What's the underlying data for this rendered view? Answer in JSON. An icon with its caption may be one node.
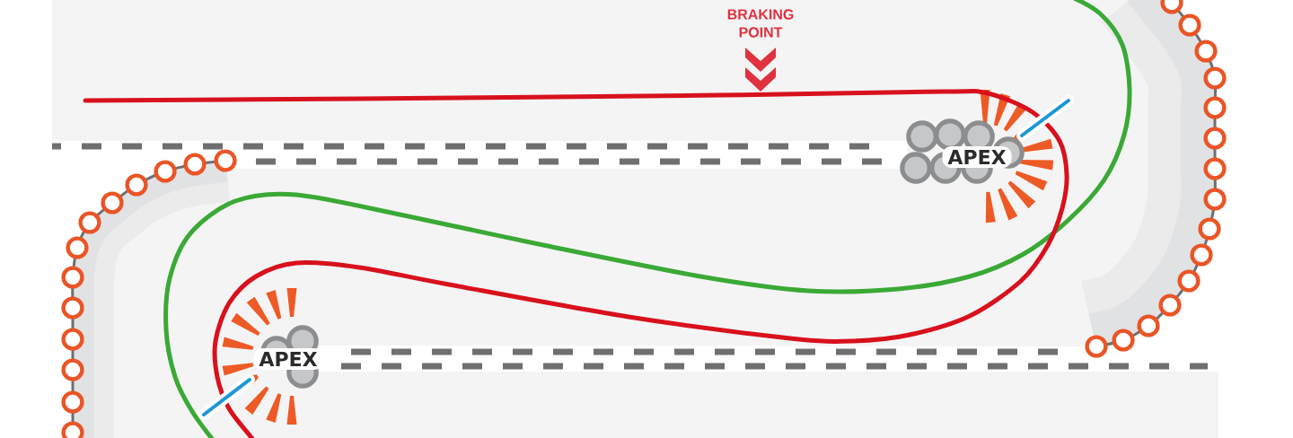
{
  "diagram": {
    "labels": [
      "BRAKING POINT",
      "APEX",
      "APEX"
    ]
  }
}
